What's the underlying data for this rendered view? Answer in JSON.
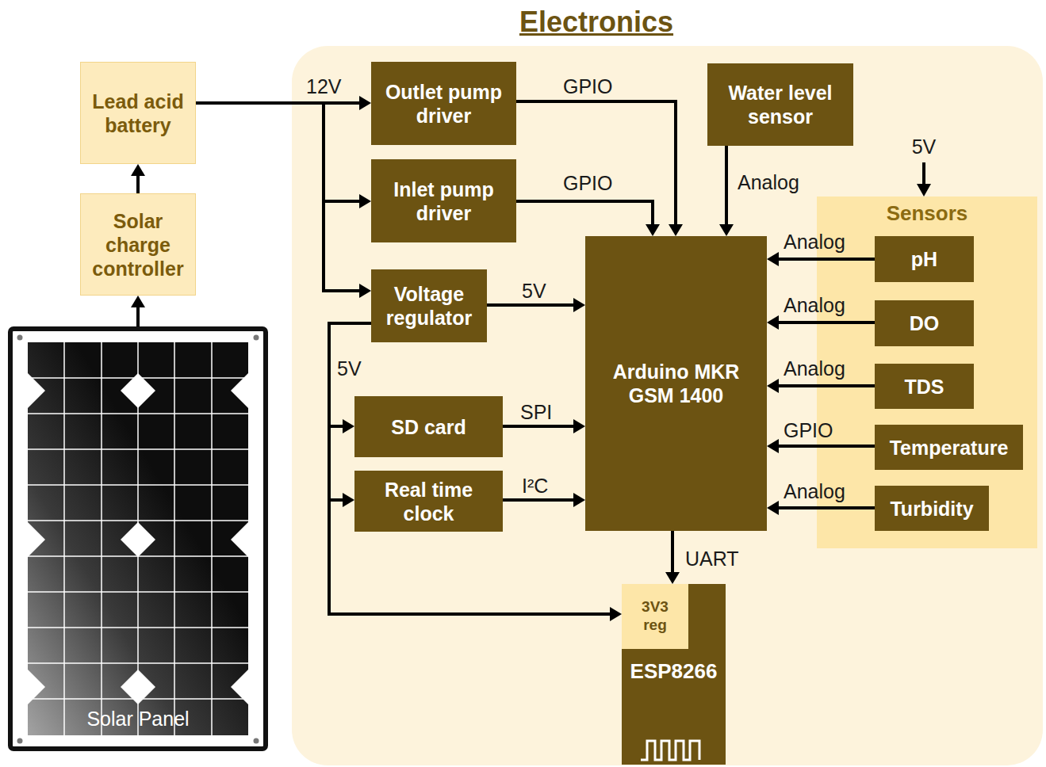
{
  "diagram": {
    "nodes": [
      {
        "text": [
          "Lead acid battery"
        ]
      },
      {
        "text": [
          "Solar charge controller"
        ]
      },
      {
        "text": [
          "Solar Panel"
        ]
      },
      {
        "text": [
          "Electronics"
        ]
      },
      {
        "text": [
          "Outlet pump driver"
        ],
        "in": 3
      },
      {
        "text": [
          "Inlet pump driver"
        ],
        "in": 3
      },
      {
        "text": [
          "Voltage regulator"
        ],
        "in": 3
      },
      {
        "text": [
          "SD card"
        ],
        "in": 3
      },
      {
        "text": [
          "Real time clock"
        ],
        "in": 3
      },
      {
        "text": [
          "Water level sensor"
        ],
        "in": 3
      },
      {
        "text": [
          "Arduino MKR GSM 1400"
        ],
        "in": 3
      },
      {
        "text": [
          "Sensors"
        ],
        "in": 3
      },
      {
        "text": [
          "pH"
        ],
        "in": 11
      },
      {
        "text": [
          "DO"
        ],
        "in": 11
      },
      {
        "text": [
          "TDS"
        ],
        "in": 11
      },
      {
        "text": [
          "Temperature"
        ],
        "in": 11
      },
      {
        "text": [
          "Turbidity"
        ],
        "in": 11
      },
      {
        "text": [
          "ESP8266"
        ],
        "in": 3
      },
      {
        "text": [
          "3V3 reg"
        ],
        "in": 17
      }
    ],
    "edges": [
      {
        "from": 2,
        "to": 1,
        "arrow": "to"
      },
      {
        "from": 1,
        "to": 0,
        "arrow": "to"
      },
      {
        "from": 0,
        "to": 4,
        "label": "12V",
        "arrow": "to"
      },
      {
        "from": 0,
        "to": 5,
        "arrow": "to"
      },
      {
        "from": 0,
        "to": 6,
        "arrow": "to"
      },
      {
        "from": 4,
        "to": 10,
        "label": "GPIO",
        "arrow": "to"
      },
      {
        "from": 5,
        "to": 10,
        "label": "GPIO",
        "arrow": "to"
      },
      {
        "from": 6,
        "to": 10,
        "label": "5V",
        "arrow": "to"
      },
      {
        "from": 6,
        "to": 7,
        "label": "5V",
        "arrow": "to"
      },
      {
        "from": 6,
        "to": 8,
        "arrow": "to"
      },
      {
        "from": 6,
        "to": 17,
        "arrow": "to"
      },
      {
        "from": 7,
        "to": 10,
        "label": "SPI",
        "arrow": "to"
      },
      {
        "from": 8,
        "to": 10,
        "label": "I²C",
        "arrow": "to"
      },
      {
        "from": 9,
        "to": 10,
        "label": "Analog",
        "arrow": "to"
      },
      {
        "from": 12,
        "to": 10,
        "label": "Analog",
        "arrow": "to"
      },
      {
        "from": 13,
        "to": 10,
        "label": "Analog",
        "arrow": "to"
      },
      {
        "from": 14,
        "to": 10,
        "label": "Analog",
        "arrow": "to"
      },
      {
        "from": 15,
        "to": 10,
        "label": "GPIO",
        "arrow": "to"
      },
      {
        "from": 16,
        "to": 10,
        "label": "Analog",
        "arrow": "to"
      },
      {
        "from": 10,
        "to": 17,
        "label": "UART",
        "arrow": "to"
      }
    ],
    "labels": [
      "5V"
    ]
  }
}
